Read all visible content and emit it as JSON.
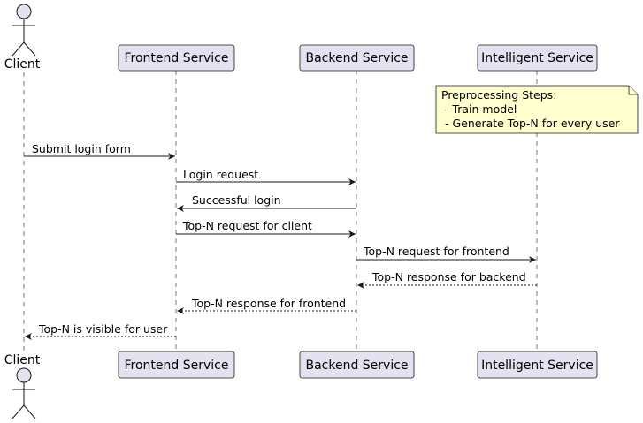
{
  "participants": {
    "client": {
      "label": "Client",
      "kind": "actor"
    },
    "frontend": {
      "label": "Frontend Service",
      "kind": "participant"
    },
    "backend": {
      "label": "Backend Service",
      "kind": "participant"
    },
    "intelligent": {
      "label": "Intelligent Service",
      "kind": "participant"
    }
  },
  "note": {
    "lines": [
      "Preprocessing Steps:",
      " - Train model",
      " - Generate Top-N for every user"
    ]
  },
  "messages": [
    {
      "from": "client",
      "to": "frontend",
      "text": "Submit login form",
      "style": "solid"
    },
    {
      "from": "frontend",
      "to": "backend",
      "text": "Login request",
      "style": "solid"
    },
    {
      "from": "backend",
      "to": "frontend",
      "text": "Successful login",
      "style": "solid"
    },
    {
      "from": "frontend",
      "to": "backend",
      "text": "Top-N request for client",
      "style": "solid"
    },
    {
      "from": "backend",
      "to": "intelligent",
      "text": "Top-N request for frontend",
      "style": "solid"
    },
    {
      "from": "intelligent",
      "to": "backend",
      "text": "Top-N response for backend",
      "style": "dashed"
    },
    {
      "from": "backend",
      "to": "frontend",
      "text": "Top-N response for frontend",
      "style": "dashed"
    },
    {
      "from": "frontend",
      "to": "client",
      "text": "Top-N is visible for user",
      "style": "dashed"
    }
  ],
  "colors": {
    "participant_fill": "#e2e2f0",
    "participant_border": "#181818",
    "note_fill": "#fefece",
    "note_border": "#181818",
    "lifeline": "#181818",
    "arrow": "#181818"
  }
}
